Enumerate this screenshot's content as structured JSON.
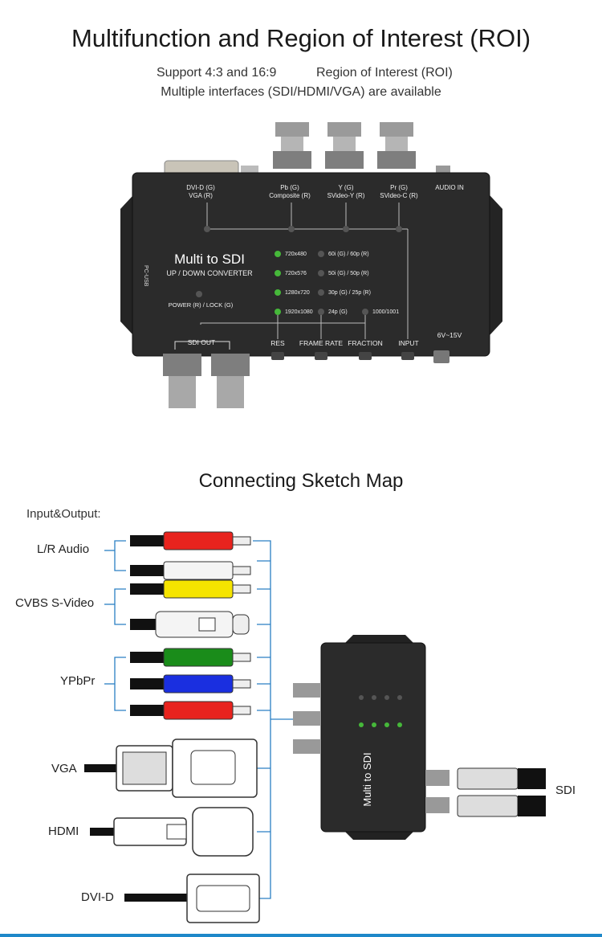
{
  "header": {
    "title": "Multifunction and Region of Interest (ROI)",
    "line1_left": "Support 4:3 and 16:9",
    "line1_right": "Region of Interest (ROI)",
    "line2": "Multiple interfaces (SDI/HDMI/VGA) are available"
  },
  "device": {
    "name": "Multi to SDI",
    "subtitle": "UP / DOWN CONVERTER",
    "power_lock": "POWER (R) / LOCK (G)",
    "pc_usb": "PC-USB",
    "top_labels": {
      "dvi_vga_1": "DVI-D (G)",
      "dvi_vga_2": "VGA (R)",
      "pb_1": "Pb (G)",
      "pb_2": "Composite (R)",
      "y_1": "Y (G)",
      "y_2": "SVideo-Y (R)",
      "pr_1": "Pr (G)",
      "pr_2": "SVideo-C (R)",
      "audio_in": "AUDIO IN"
    },
    "resolutions": [
      "720x480",
      "720x576",
      "1280x720",
      "1920x1080"
    ],
    "frame_rates": [
      "60i (G) / 60p (R)",
      "50i (G) / 50p (R)",
      "30p (G) / 25p (R)",
      "24p (G)"
    ],
    "fraction_led": "1000/1001",
    "bottom_labels": {
      "sdi_out": "SDI OUT",
      "res": "RES",
      "frame_rate": "FRAME RATE",
      "fraction": "FRACTION",
      "input": "INPUT",
      "power": "6V~15V"
    }
  },
  "sketch": {
    "title": "Connecting Sketch Map",
    "io_label": "Input&Output:",
    "groups": {
      "audio": "L/R Audio",
      "cvbs": "CVBS S-Video",
      "ypbpr": "YPbPr",
      "vga": "VGA",
      "hdmi": "HDMI",
      "dvi": "DVI-D",
      "sdi": "SDI"
    }
  },
  "colors": {
    "accent": "#1e88c9",
    "device_body": "#2b2b2b",
    "led_green": "#46b83a",
    "plug_red": "#e8231e",
    "plug_white": "#f4f4f4",
    "plug_yellow": "#f5e400",
    "plug_green": "#1a8c1a",
    "plug_blue": "#1a2fe0",
    "bracket": "#2a7fc4"
  }
}
